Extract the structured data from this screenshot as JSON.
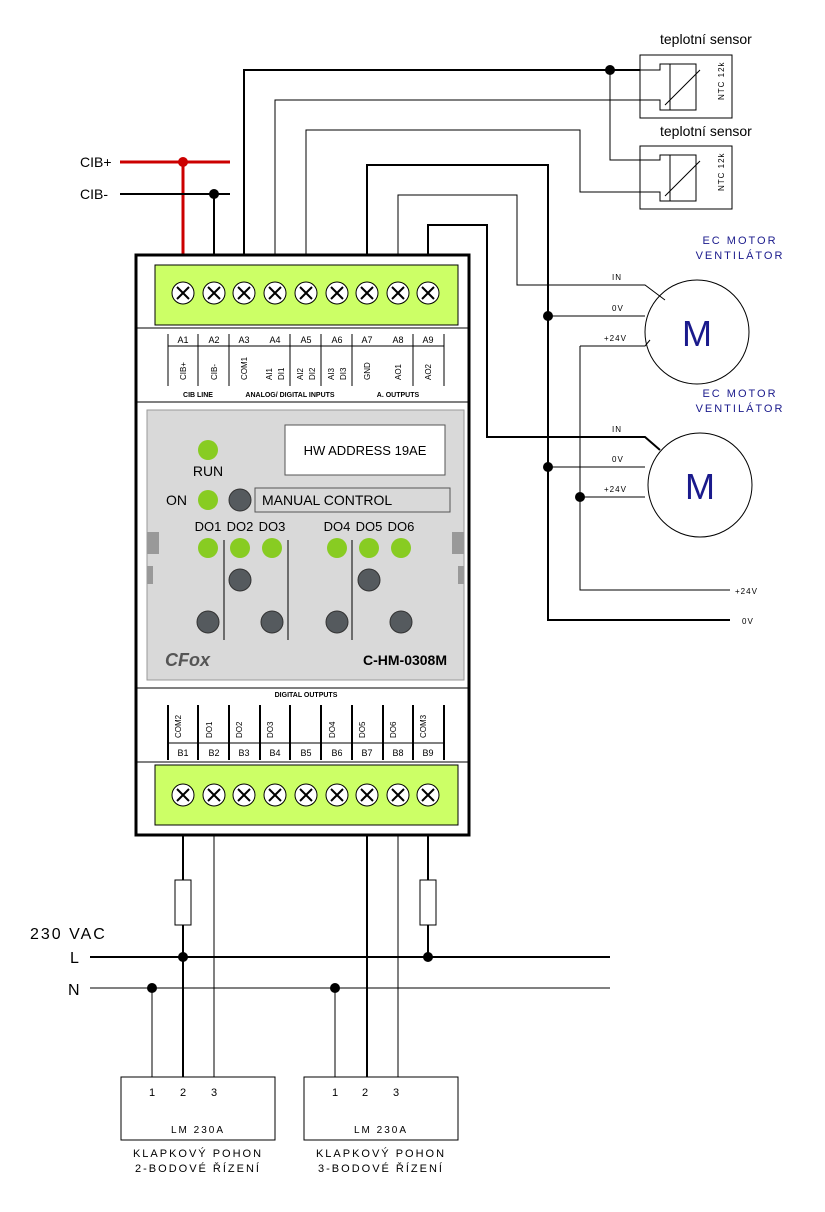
{
  "bus": {
    "plus": "CIB+",
    "minus": "CIB-",
    "plus_color": "#cc0000"
  },
  "sensors": [
    {
      "title": "teplotní sensor",
      "type": "NTC 12k"
    },
    {
      "title": "teplotní sensor",
      "type": "NTC 12k"
    }
  ],
  "motors": [
    {
      "title1": "EC MOTOR",
      "title2": "VENTILÁTOR",
      "symbol": "M",
      "in": "IN",
      "zero": "0V",
      "plus": "+24V"
    },
    {
      "title1": "EC MOTOR",
      "title2": "VENTILÁTOR",
      "symbol": "M",
      "in": "IN",
      "zero": "0V",
      "plus": "+24V"
    }
  ],
  "supply": {
    "plus": "+24V",
    "zero": "0V"
  },
  "top_terminals": {
    "ids": [
      "A1",
      "A2",
      "A3",
      "A4",
      "A5",
      "A6",
      "A7",
      "A8",
      "A9"
    ],
    "signals": [
      [
        "CIB+"
      ],
      [
        "CIB-"
      ],
      [
        "COM1"
      ],
      [
        "AI1",
        "DI1"
      ],
      [
        "AI2",
        "DI2"
      ],
      [
        "AI3",
        "DI3"
      ],
      [
        "GND"
      ],
      [
        "AO1"
      ],
      [
        "AO2"
      ]
    ],
    "groups": [
      "CIB LINE",
      "ANALOG/ DIGITAL INPUTS",
      "A. OUTPUTS"
    ]
  },
  "bottom_terminals": {
    "ids": [
      "B1",
      "B2",
      "B3",
      "B4",
      "B5",
      "B6",
      "B7",
      "B8",
      "B9"
    ],
    "signals": [
      "COM2",
      "DO1",
      "DO2",
      "DO3",
      "",
      "DO4",
      "DO5",
      "DO6",
      "COM3"
    ],
    "group": "DIGITAL OUTPUTS"
  },
  "panel": {
    "run": "RUN",
    "on": "ON",
    "manual": "MANUAL CONTROL",
    "hw_address": "HW ADDRESS 19AE",
    "outputs": [
      "DO1",
      "DO2",
      "DO3",
      "DO4",
      "DO5",
      "DO6"
    ],
    "logo": "CFox",
    "model": "C-HM-0308M",
    "led_color": "#88cc22",
    "button_color": "#555a5e",
    "panel_color": "#d9d9d9",
    "terminal_color": "#ccff66"
  },
  "mains": {
    "title": "230 VAC",
    "l": "L",
    "n": "N"
  },
  "actuators": [
    {
      "model": "LM 230A",
      "pins": [
        "1",
        "2",
        "3"
      ],
      "desc1": "KLAPKOVÝ POHON",
      "desc2": "2-BODOVÉ ŘÍZENÍ"
    },
    {
      "model": "LM 230A",
      "pins": [
        "1",
        "2",
        "3"
      ],
      "desc1": "KLAPKOVÝ POHON",
      "desc2": "3-BODOVÉ ŘÍZENÍ"
    }
  ]
}
